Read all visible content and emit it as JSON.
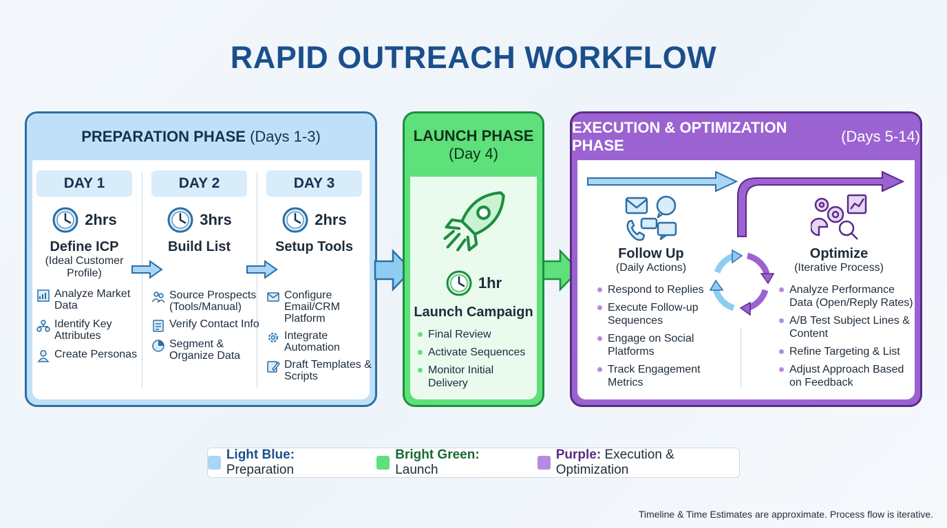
{
  "title": "RAPID OUTREACH WORKFLOW",
  "preparation": {
    "header_bold": "PREPARATION PHASE",
    "header_rest": " (Days 1-3)",
    "days": [
      {
        "day": "DAY 1",
        "time": "2hrs",
        "title": "Define ICP",
        "subtitle": "(Ideal Customer Profile)",
        "tasks": [
          {
            "icon": "chart-icon",
            "text": "Analyze Market Data"
          },
          {
            "icon": "network-icon",
            "text": "Identify Key Attributes"
          },
          {
            "icon": "person-icon",
            "text": "Create Personas"
          }
        ]
      },
      {
        "day": "DAY 2",
        "time": "3hrs",
        "title": "Build List",
        "subtitle": "",
        "tasks": [
          {
            "icon": "people-icon",
            "text": "Source Prospects (Tools/Manual)"
          },
          {
            "icon": "checklist-icon",
            "text": "Verify Contact Info"
          },
          {
            "icon": "pie-icon",
            "text": "Segment & Organize Data"
          }
        ]
      },
      {
        "day": "DAY 3",
        "time": "2hrs",
        "title": "Setup Tools",
        "subtitle": "",
        "tasks": [
          {
            "icon": "envelope-icon",
            "text": "Configure Email/CRM Platform"
          },
          {
            "icon": "gear-icon",
            "text": "Integrate Automation"
          },
          {
            "icon": "edit-icon",
            "text": "Draft Templates & Scripts"
          }
        ]
      }
    ]
  },
  "launch": {
    "header_bold": "LAUNCH PHASE",
    "header_rest": "(Day 4)",
    "time": "1hr",
    "title": "Launch Campaign",
    "items": [
      "Final Review",
      "Activate Sequences",
      "Monitor Initial Delivery"
    ]
  },
  "execution": {
    "header_bold": "EXECUTION & OPTIMIZATION PHASE",
    "header_rest": " (Days 5-14)",
    "follow": {
      "title": "Follow Up",
      "subtitle": "(Daily Actions)",
      "items": [
        "Respond to Replies",
        "Execute Follow-up Sequences",
        "Engage on Social Platforms",
        "Track Engagement Metrics"
      ]
    },
    "optimize": {
      "title": "Optimize",
      "subtitle": "(Iterative Process)",
      "items": [
        "Analyze Performance Data (Open/Reply Rates)",
        "A/B Test Subject Lines & Content",
        "Refine Targeting & List",
        "Adjust Approach Based on Feedback"
      ]
    }
  },
  "legend": [
    {
      "bold": "Light Blue:",
      "rest": " Preparation",
      "color": "#a9d6f5",
      "textColor": "#1b4f8c"
    },
    {
      "bold": "Bright Green:",
      "rest": " Launch",
      "color": "#5ee07a",
      "textColor": "#176b2e"
    },
    {
      "bold": "Purple:",
      "rest": " Execution & Optimization",
      "color": "#b58ae0",
      "textColor": "#5b2a86"
    }
  ],
  "footer": "Timeline & Time Estimates are approximate. Process flow is iterative.",
  "colors": {
    "blue": "#2b6ea5",
    "green": "#1e8e3e",
    "purple": "#6a35a0"
  }
}
